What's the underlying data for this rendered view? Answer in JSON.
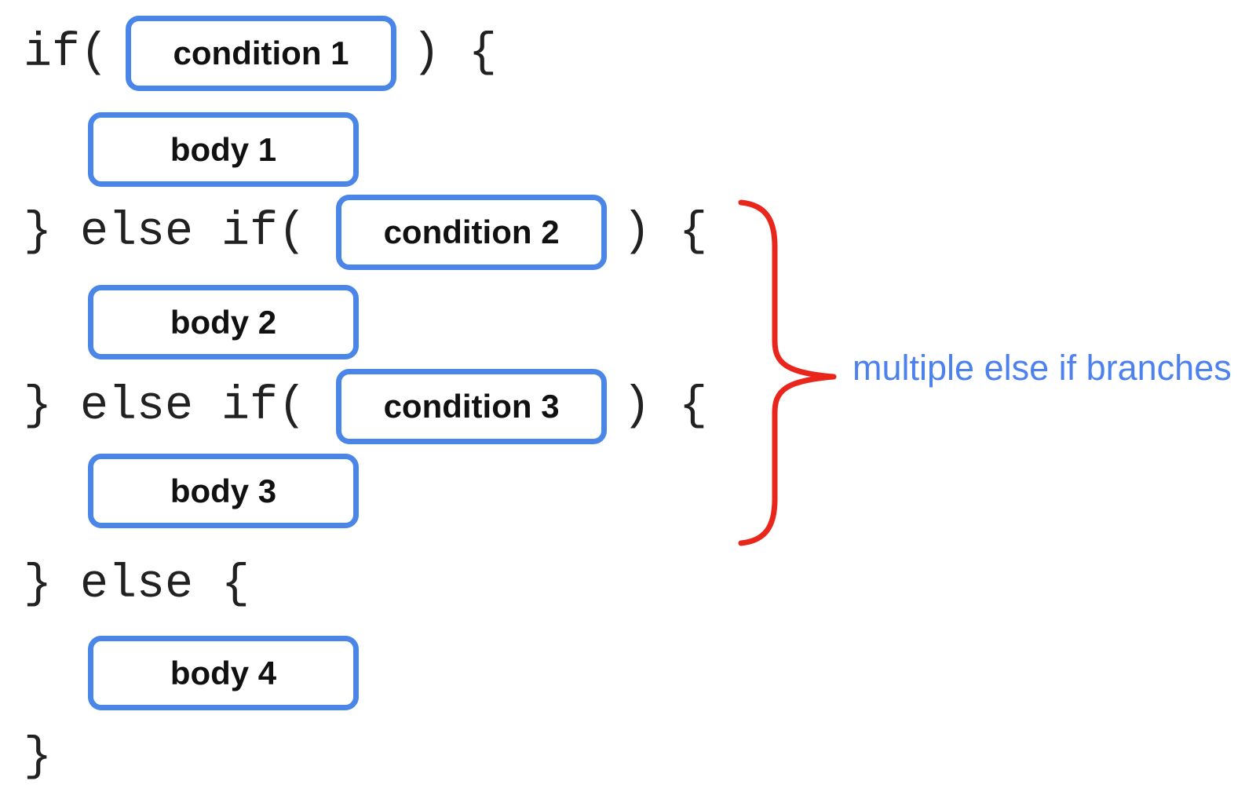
{
  "colors": {
    "background": "#ffffff",
    "box_border_blue": "#4a86e8",
    "code_text": "#212121",
    "box_label_text": "#111111",
    "brace_red": "#e8261c",
    "annotation_blue": "#4d82ec"
  },
  "code": {
    "if_prefix": "if(",
    "if_suffix": ") {",
    "elseif_prefix": "} else if(",
    "elseif_suffix": ") {",
    "else_line": "} else {",
    "closing_brace": "}"
  },
  "boxes": {
    "condition1": "condition 1",
    "body1": "body 1",
    "condition2": "condition 2",
    "body2": "body 2",
    "condition3": "condition 3",
    "body3": "body 3",
    "body4": "body 4"
  },
  "annotation": {
    "label": "multiple else if branches"
  }
}
